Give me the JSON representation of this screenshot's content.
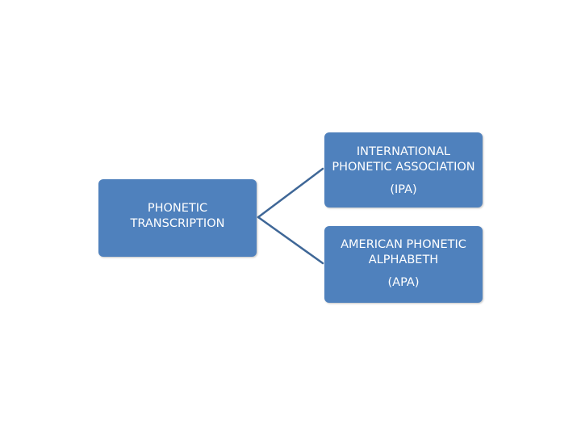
{
  "diagram": {
    "root": {
      "lines": [
        "PHONETIC",
        "TRANSCRIPTION"
      ]
    },
    "children": [
      {
        "lines": [
          "INTERNATIONAL",
          "PHONETIC ASSOCIATION"
        ],
        "abbr": "(IPA)"
      },
      {
        "lines": [
          "AMERICAN PHONETIC",
          "ALPHABETH"
        ],
        "abbr": "(APA)"
      }
    ],
    "colors": {
      "node_fill": "#4f81bd",
      "connector": "#3f6797",
      "text": "#ffffff"
    }
  }
}
